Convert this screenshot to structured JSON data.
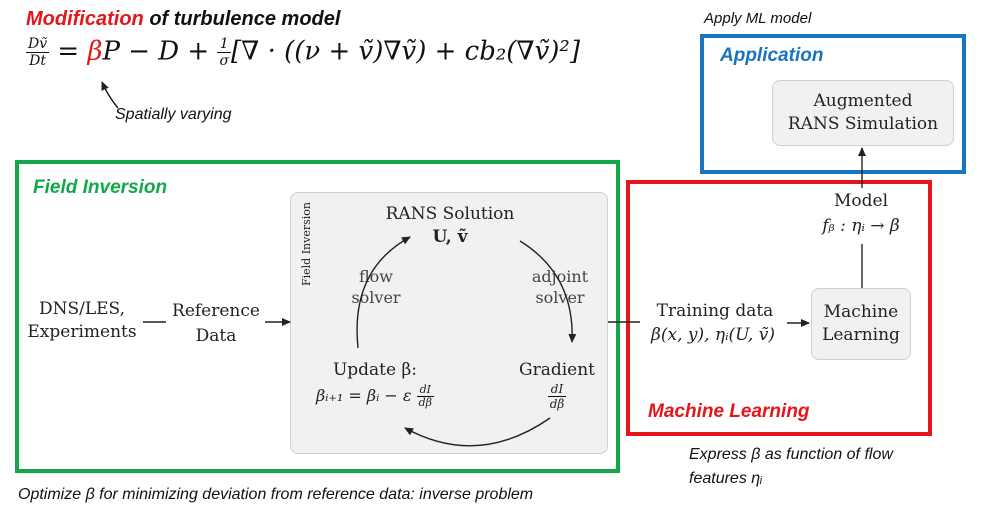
{
  "header": {
    "title_highlight": "Modification",
    "title_rest": " of turbulence model",
    "spatially_varying": "Spatially varying"
  },
  "equation": {
    "lhs_num": "Dṽ",
    "lhs_den": "Dt",
    "equals": " = ",
    "beta": "β",
    "after_beta": "P − D + ",
    "frac_num": "1",
    "frac_den": "σ",
    "bracket_body": "[∇ · ((ν + ṽ)∇ṽ) + cb₂(∇ṽ)²]"
  },
  "application": {
    "apply_label": "Apply ML model",
    "title": "Application",
    "node_line1": "Augmented",
    "node_line2": "RANS Simulation"
  },
  "field_inversion": {
    "title": "Field Inversion",
    "vertical_label": "Field Inversion",
    "rans_title": "RANS Solution",
    "rans_vars": "U, ṽ",
    "flow_solver_1": "flow",
    "flow_solver_2": "solver",
    "adjoint_1": "adjoint",
    "adjoint_2": "solver",
    "update_title": "Update β:",
    "update_eq": "βᵢ₊₁ = βᵢ − ε",
    "update_frac_num": "dI",
    "update_frac_den": "dβ",
    "gradient_title": "Gradient",
    "gradient_frac_num": "dI",
    "gradient_frac_den": "dβ",
    "caption": "Optimize β for minimizing deviation from reference data: inverse problem"
  },
  "inputs": {
    "dns_line1": "DNS/LES,",
    "dns_line2": "Experiments",
    "ref_line1": "Reference",
    "ref_line2": "Data"
  },
  "machine_learning": {
    "title": "Machine Learning",
    "training_line1": "Training data",
    "training_line2": "β(x, y), ηᵢ(U, ṽ)",
    "node_line1": "Machine",
    "node_line2": "Learning",
    "model_line1": "Model",
    "model_line2": "fᵦ : ηᵢ → β",
    "caption_line1": "Express β as function of flow",
    "caption_line2": "features ηᵢ"
  },
  "colors": {
    "green": "#12a84a",
    "red": "#e4161b",
    "blue": "#1a75c0"
  }
}
